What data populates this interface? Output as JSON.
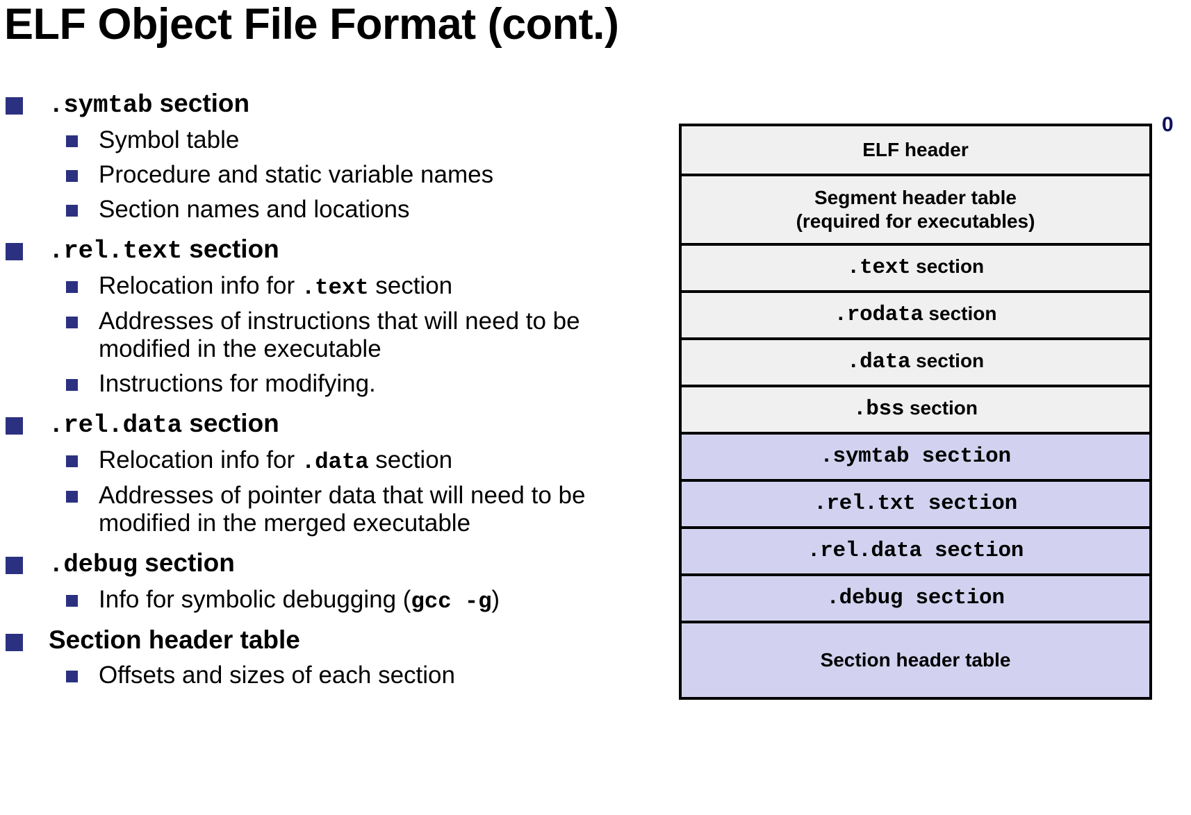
{
  "slide": {
    "title": "ELF Object File Format (cont.)"
  },
  "bullets": [
    {
      "mono": ".symtab",
      "rest": " section",
      "children": [
        {
          "parts": [
            {
              "t": "Symbol table",
              "mono": false
            }
          ]
        },
        {
          "parts": [
            {
              "t": "Procedure and static variable names",
              "mono": false
            }
          ]
        },
        {
          "parts": [
            {
              "t": "Section names and locations",
              "mono": false
            }
          ]
        }
      ]
    },
    {
      "mono": ".rel.text",
      "rest": " section",
      "children": [
        {
          "parts": [
            {
              "t": "Relocation info for ",
              "mono": false
            },
            {
              "t": ".text",
              "mono": true
            },
            {
              "t": " section",
              "mono": false
            }
          ]
        },
        {
          "parts": [
            {
              "t": "Addresses of instructions that will need to be modified in the executable",
              "mono": false
            }
          ]
        },
        {
          "parts": [
            {
              "t": "Instructions for modifying.",
              "mono": false
            }
          ]
        }
      ]
    },
    {
      "mono": ".rel.data",
      "rest": " section",
      "children": [
        {
          "parts": [
            {
              "t": "Relocation info for ",
              "mono": false
            },
            {
              "t": ".data",
              "mono": true
            },
            {
              "t": " section",
              "mono": false
            }
          ]
        },
        {
          "parts": [
            {
              "t": "Addresses of pointer data that will need to be modified in the merged executable",
              "mono": false
            }
          ]
        }
      ]
    },
    {
      "mono": ".debug",
      "rest": " section",
      "children": [
        {
          "parts": [
            {
              "t": "Info for symbolic debugging (",
              "mono": false
            },
            {
              "t": "gcc  -g",
              "mono": true
            },
            {
              "t": ")",
              "mono": false
            }
          ]
        }
      ]
    },
    {
      "mono": "",
      "rest": "Section header table",
      "children": [
        {
          "parts": [
            {
              "t": "Offsets and sizes of each section",
              "mono": false
            }
          ]
        }
      ]
    }
  ],
  "diagram": {
    "offset_label": "0",
    "colors": {
      "gray_fill": "#F0F0F0",
      "blue_fill": "#D2D2F0",
      "border": "#000000",
      "bullet_navy": "#2B3180",
      "label_navy": "#101060"
    },
    "rows": [
      {
        "lines": [
          {
            "t": "ELF header",
            "mono": false
          }
        ],
        "fill": "gray",
        "height": 68
      },
      {
        "lines": [
          {
            "t": "Segment header table",
            "mono": false
          },
          {
            "t": "(required for executables)",
            "mono": false
          }
        ],
        "fill": "gray",
        "height": 100
      },
      {
        "lines": [
          {
            "t": ".text",
            "mono": true
          },
          {
            "t": " section",
            "mono": false
          }
        ],
        "fill": "gray",
        "height": 68,
        "inline": true
      },
      {
        "lines": [
          {
            "t": ".rodata",
            "mono": true
          },
          {
            "t": " section",
            "mono": false
          }
        ],
        "fill": "gray",
        "height": 68,
        "inline": true
      },
      {
        "lines": [
          {
            "t": ".data",
            "mono": true
          },
          {
            "t": " section",
            "mono": false
          }
        ],
        "fill": "gray",
        "height": 68,
        "inline": true
      },
      {
        "lines": [
          {
            "t": ".bss",
            "mono": true
          },
          {
            "t": " section",
            "mono": false
          }
        ],
        "fill": "gray",
        "height": 68,
        "inline": true
      },
      {
        "lines": [
          {
            "t": ".symtab  section",
            "mono": true
          }
        ],
        "fill": "blue",
        "height": 68
      },
      {
        "lines": [
          {
            "t": ".rel.txt  section",
            "mono": true
          }
        ],
        "fill": "blue",
        "height": 68
      },
      {
        "lines": [
          {
            "t": ".rel.data  section",
            "mono": true
          }
        ],
        "fill": "blue",
        "height": 68
      },
      {
        "lines": [
          {
            "t": ".debug  section",
            "mono": true
          }
        ],
        "fill": "blue",
        "height": 68
      },
      {
        "lines": [
          {
            "t": "Section header table",
            "mono": false
          }
        ],
        "fill": "blue",
        "height": 110
      }
    ]
  }
}
